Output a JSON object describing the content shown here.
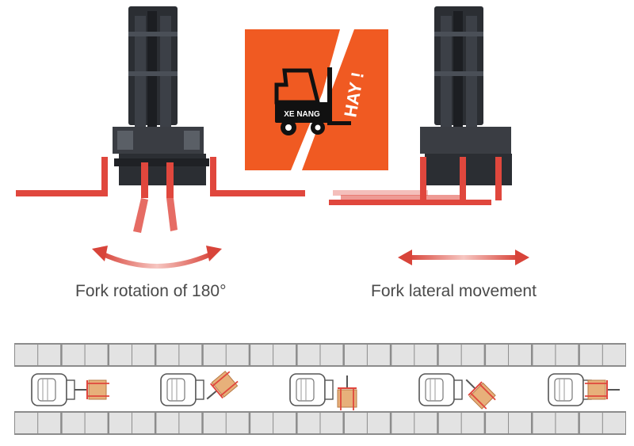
{
  "colors": {
    "fork_red": "#e0473d",
    "mast_dark": "#2b2e33",
    "logo_orange": "#f05a22",
    "rack_gray": "#8c8c8c",
    "rack_fill": "#e3e3e3",
    "box_tan": "#e7b07a",
    "caption_text": "#4a4a4a"
  },
  "logo": {
    "line1": "XE NANG",
    "line2": "HAY !",
    "icon": "forklift-icon"
  },
  "panels": [
    {
      "caption": "Fork rotation of 180°",
      "arrow": "curved-double-arrow-icon"
    },
    {
      "caption": "Fork lateral movement",
      "arrow": "straight-double-arrow-icon"
    }
  ],
  "sequence": {
    "steps": 5,
    "fork_angles_deg": [
      0,
      -40,
      90,
      45,
      180
    ]
  }
}
